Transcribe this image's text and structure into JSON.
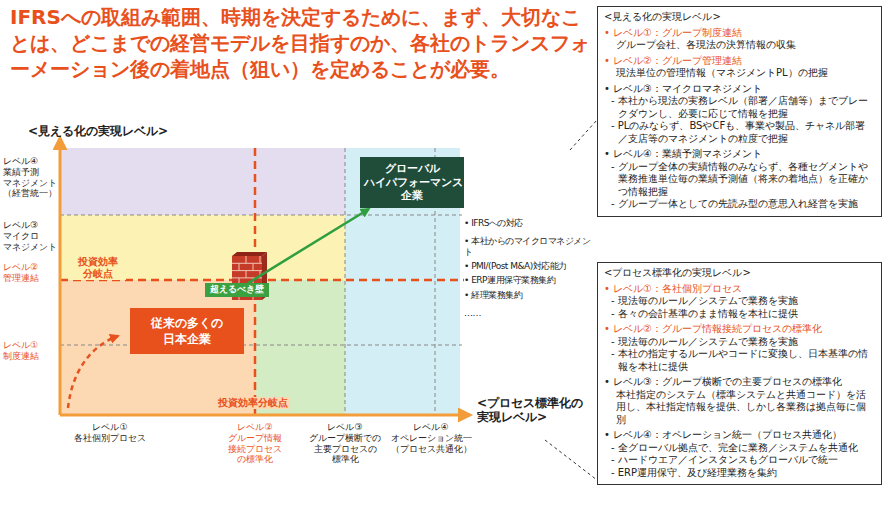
{
  "diagram": {
    "title": "IFRSへの取組み範囲、時期を決定するために、まず、大切なことは、どこまでの経営モデルを目指すのか、各社のトランスフォーメーション後の着地点（狙い）を定めることが必要。",
    "nodes": [
      {
        "text": [
          "グローバル ハイパフォーマンス 企業"
        ]
      },
      {
        "text": [
          "超えるべき壁"
        ]
      },
      {
        "text": [
          "従来の多くの 日本企業"
        ]
      },
      {
        "text": [
          "<見える化の実現レベル>",
          "• レベル①：グループ制度連結",
          "グループ会社、各現法の決算情報の収集",
          "• レベル②：グループ管理連結",
          "現法単位の管理情報（マネジメントPL）の把握",
          "• レベル③：マイクロマネジメント",
          "- 本社から現法の実務レベル（部署／店舗等）までブレークダウンし、必要に応じて情報を把握",
          "- PLのみならず、BSやCFも、事業や製品、チャネル部署／支店等のマネジメントの粒度で把握",
          "• レベル④：業績予測マネジメント",
          "- グループ全体の実績情報のみならず、各種セグメントや業務推進単位毎の業績予測値（将来の着地点）を正確かつ情報把握",
          "- グループ一体としての先読み型の意思入れ経営を実施"
        ]
      },
      {
        "text": [
          "<プロセス標準化の実現レベル>",
          "• レベル①：各社個別プロセス",
          "- 現法毎のルール／システムで業務を実施",
          "- 各々の会計基準のまま情報を本社に提供",
          "• レベル②：グループ情報接続プロセスの標準化",
          "- 現法毎のルール／システムで業務を実施",
          "- 本社の指定するルールやコードに変換し、日本基準の情報を本社に提供",
          "• レベル③：グループ横断での主要プロセスの標準化",
          "本社指定のシステム（標準システムと共通コード）を活用し、本社指定情報を提供、しかし各業務は拠点毎に個別",
          "• レベル④：オペレーション統一（プロセス共通化）",
          "- 全グローバル拠点で、完全に業務／システムを共通化",
          "- ハードウエア／インスタンスもグローバルで統一",
          "- ERP運用保守、及び経理業務を集約"
        ]
      }
    ],
    "edges": [
      {
        "from": 1,
        "to": 0,
        "arrow": "to"
      }
    ],
    "labels": [
      "<見える化の実現レベル>",
      "レベル④ 業績予測 マネジメント （経営統一）",
      "レベル③ マイクロ マネジメント",
      "レベル② 管理連結",
      "レベル① 制度連結",
      "投資効率 分岐点",
      "• IFRSへの対応",
      "• 本社からのマイクロマネジメント",
      "• PMI/(Post M&A)対応能力",
      "• ERP運用保守業務集約",
      "• 経理業務集約",
      "……",
      "投資効率分岐点",
      "レベル① 各社個別プロセス",
      "レベル② グループ情報 接続プロセス の標準化",
      "レベル③ グループ横断での 主要プロセスの 標準化",
      "レベル④ オペレーション統一 （プロセス共通化）",
      "<プロセス標準化の実現レベル>"
    ]
  }
}
